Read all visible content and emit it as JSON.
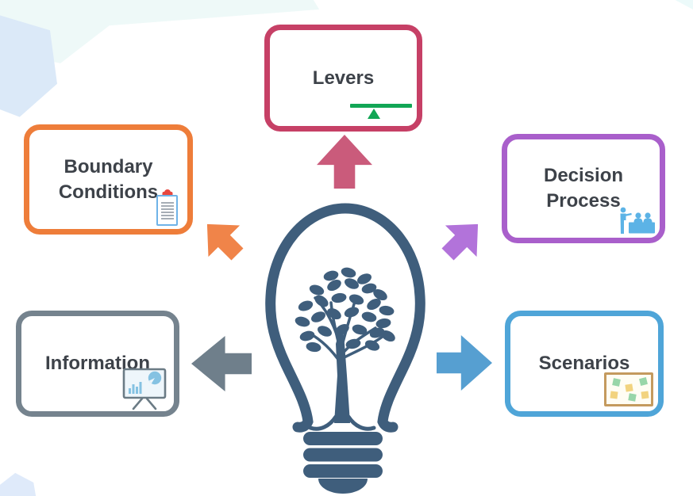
{
  "diagram": {
    "background_color": "#ffffff",
    "text_color": "#3d4249",
    "center_icon": "lightbulb-tree-icon",
    "center_color": "#3f5e7c",
    "description": "Idea lightbulb with tree inside, five arrows pointing outward to concept boxes"
  },
  "nodes": [
    {
      "id": "levers",
      "label": "Levers",
      "border_color": "#c64066",
      "arrow_color": "#ca5b7b",
      "arrow_direction": "up",
      "icon": "seesaw-balance-icon",
      "icon_color": "#12a655"
    },
    {
      "id": "boundary-conditions",
      "label": "Boundary Conditions",
      "border_color": "#ee7d3a",
      "arrow_color": "#f08449",
      "arrow_direction": "up-left",
      "icon": "clipboard-icon",
      "icon_color": "#6fb3e8"
    },
    {
      "id": "decision-process",
      "label": "Decision Process",
      "border_color": "#a95fcb",
      "arrow_color": "#b273da",
      "arrow_direction": "up-right",
      "icon": "meeting-panel-icon",
      "icon_color": "#5cb3e6"
    },
    {
      "id": "information",
      "label": "Information",
      "border_color": "#75838e",
      "arrow_color": "#6f7f8b",
      "arrow_direction": "left",
      "icon": "presentation-easel-icon",
      "icon_color": "#85c2e2"
    },
    {
      "id": "scenarios",
      "label": "Scenarios",
      "border_color": "#4fa5d8",
      "arrow_color": "#569fd1",
      "arrow_direction": "right",
      "icon": "sticky-note-board-icon",
      "icon_color": "#c49a5e"
    }
  ]
}
